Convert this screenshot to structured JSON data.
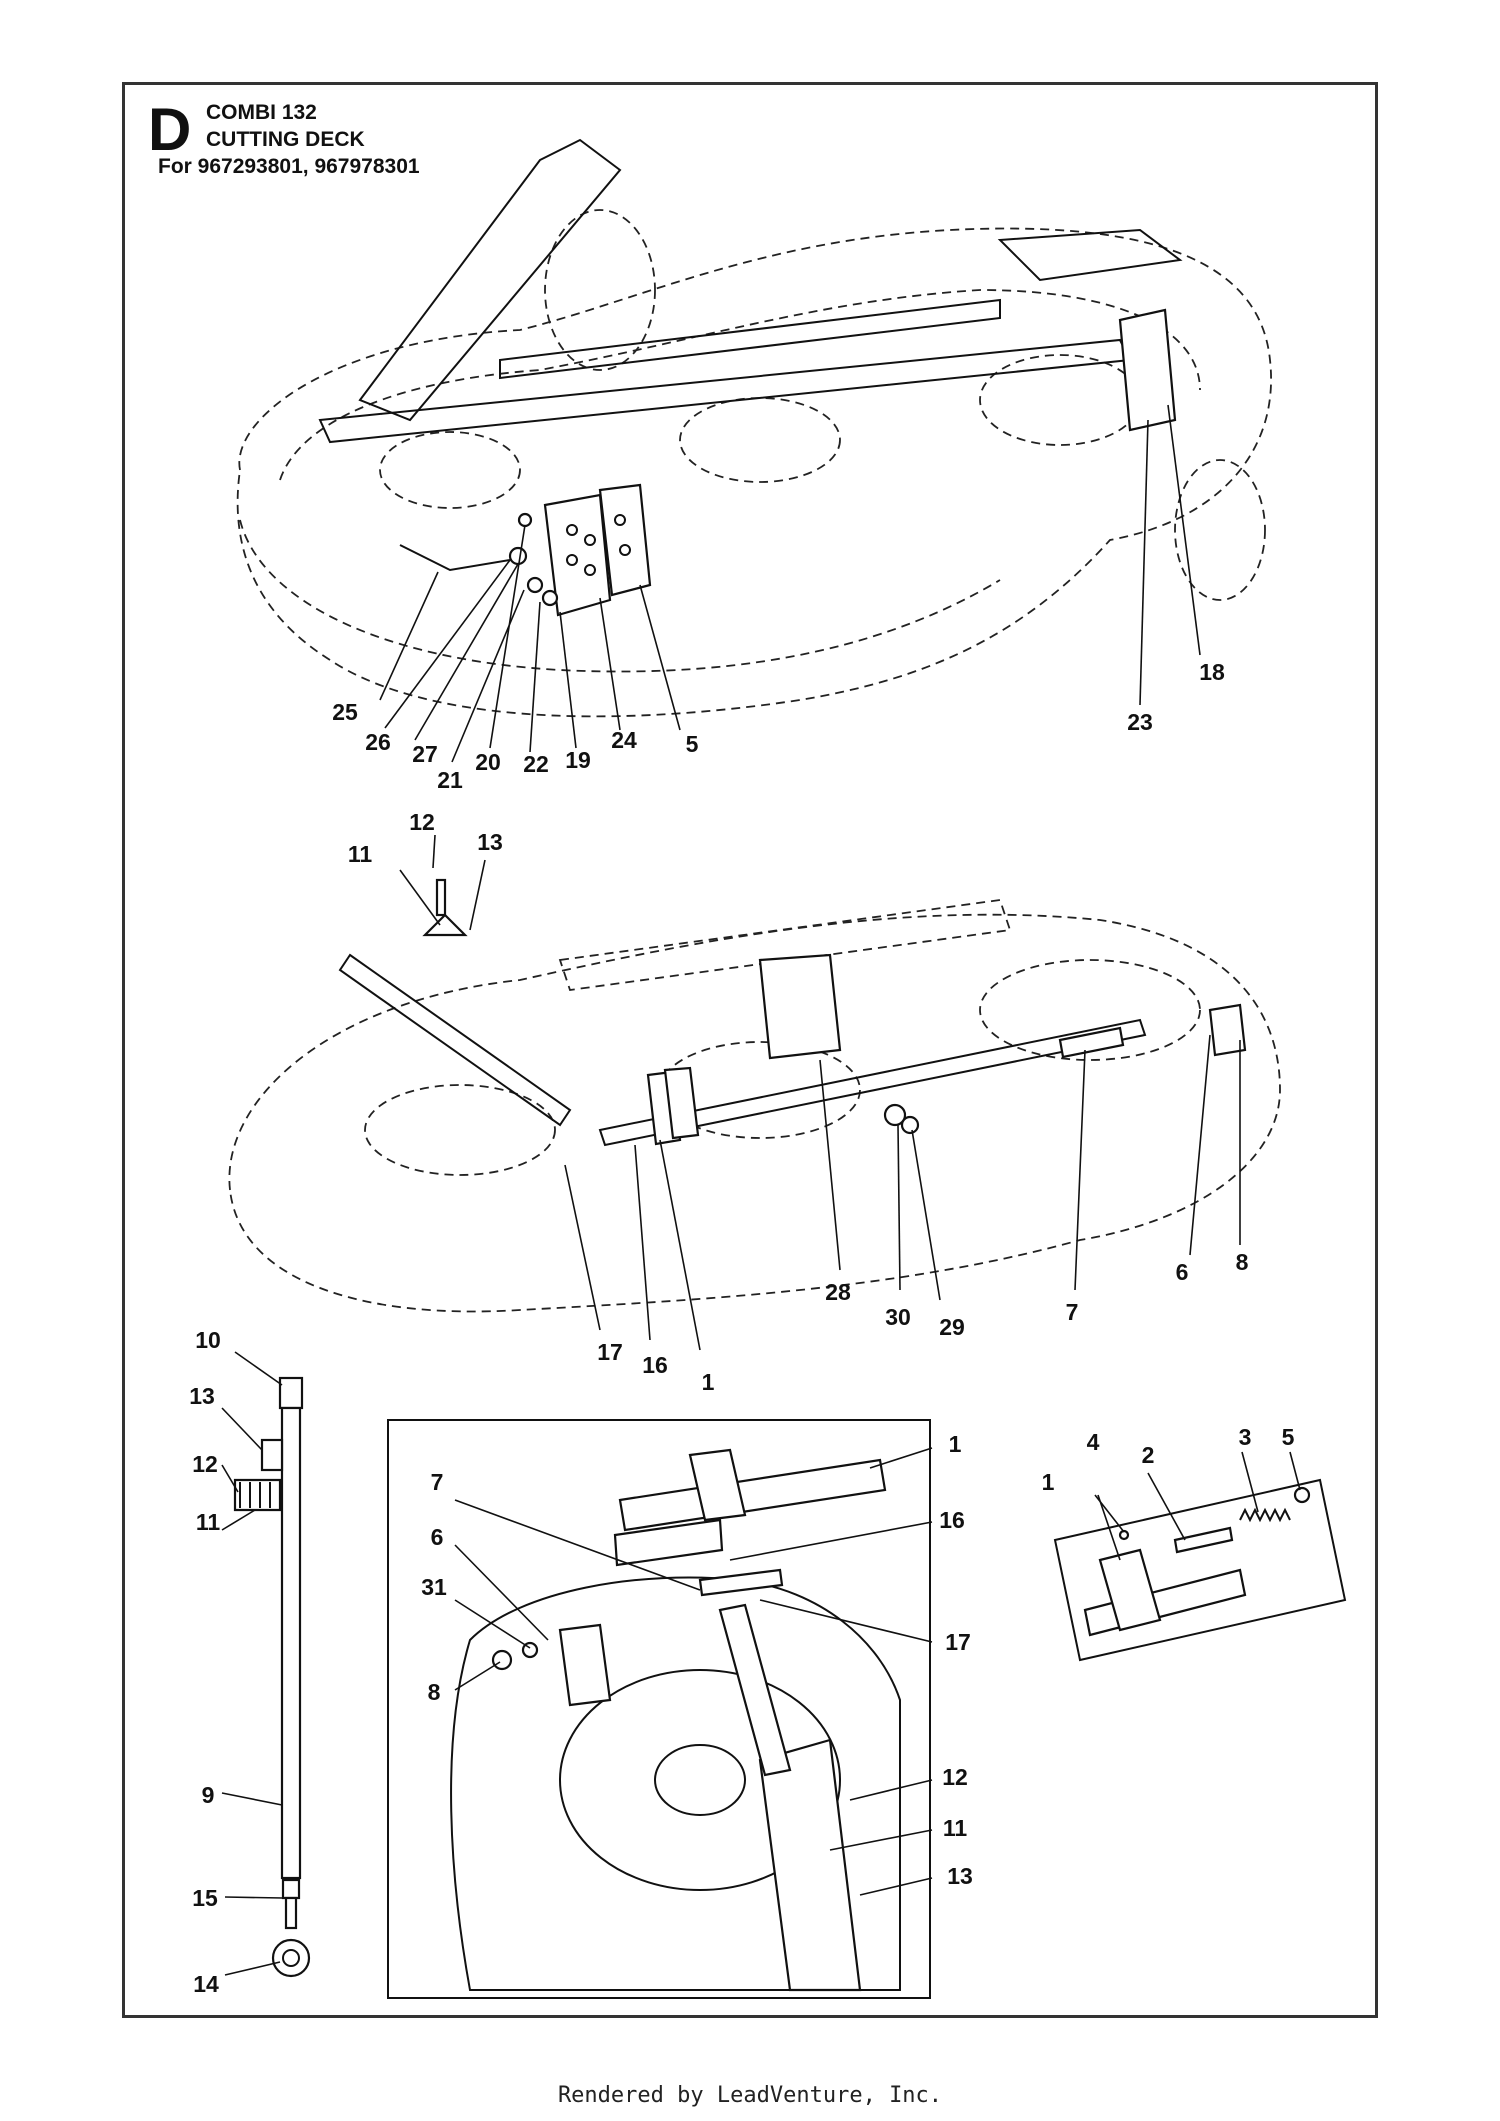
{
  "header": {
    "section_letter": "D",
    "model": "COMBI 132",
    "section_title": "CUTTING DECK",
    "applies_to": "For 967293801, 967978301"
  },
  "views": {
    "top_assembly": {
      "callouts": [
        "25",
        "26",
        "27",
        "21",
        "20",
        "22",
        "19",
        "24",
        "5",
        "23",
        "18"
      ]
    },
    "middle_assembly": {
      "callouts": [
        "12",
        "11",
        "13",
        "17",
        "16",
        "1",
        "28",
        "30",
        "29",
        "7",
        "6",
        "8"
      ]
    },
    "left_rod": {
      "callouts": [
        "10",
        "13",
        "12",
        "11",
        "9",
        "15",
        "14"
      ]
    },
    "detail_inset": {
      "callouts": [
        "1",
        "16",
        "7",
        "6",
        "31",
        "8",
        "17",
        "12",
        "11",
        "13"
      ]
    },
    "small_inset": {
      "callouts": [
        "4",
        "2",
        "3",
        "5",
        "1"
      ]
    }
  },
  "footer": {
    "text": "Rendered by LeadVenture, Inc."
  }
}
